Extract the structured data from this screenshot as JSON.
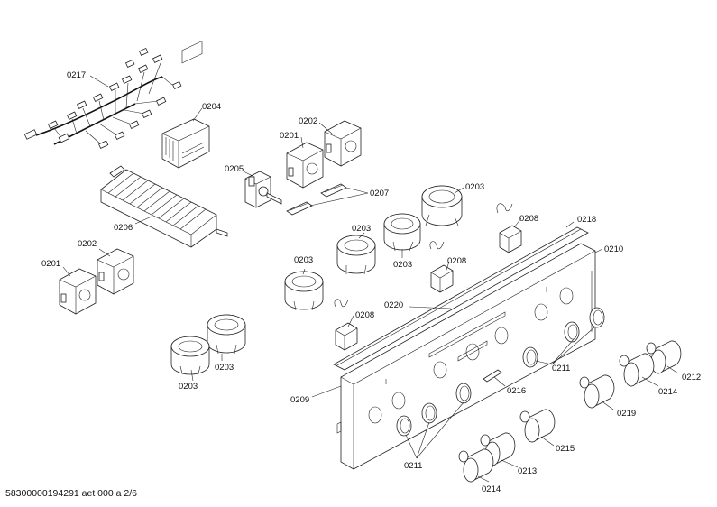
{
  "labels": {
    "p0217": "0217",
    "p0204": "0204",
    "p0202a": "0202",
    "p0201a": "0201",
    "p0205": "0205",
    "p0207": "0207",
    "p0206": "0206",
    "p0203a": "0203",
    "p0208a": "0208",
    "p0218": "0218",
    "p0210": "0210",
    "p0203b": "0203",
    "p0203c": "0203",
    "p0208b": "0208",
    "p0202b": "0202",
    "p0201b": "0201",
    "p0203d": "0203",
    "p0220": "0220",
    "p0208c": "0208",
    "p0203e": "0203",
    "p0211a": "0211",
    "p0212": "0212",
    "p0203f": "0203",
    "p0214a": "0214",
    "p0216": "0216",
    "p0209": "0209",
    "p0219": "0219",
    "p0215": "0215",
    "p0211b": "0211",
    "p0213": "0213",
    "p0214b": "0214"
  },
  "footer": "58300000194291 aet 000 a 2/6"
}
